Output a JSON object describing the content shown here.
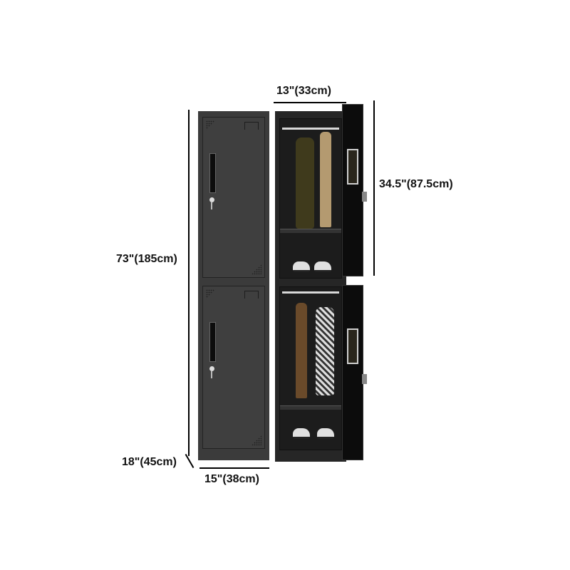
{
  "product": {
    "type": "two-tier steel locker",
    "color": "#3b3b3b"
  },
  "dimensions": {
    "height": "73\"(185cm)",
    "depth": "18\"(45cm)",
    "width": "15\"(38cm)",
    "inner_width": "13\"(33cm)",
    "door_height": "34.5\"(87.5cm)"
  },
  "views": {
    "closed": {
      "doors": 2
    },
    "open": {
      "compartments": 2,
      "contents": [
        "jacket",
        "shirt",
        "shoes"
      ]
    }
  }
}
